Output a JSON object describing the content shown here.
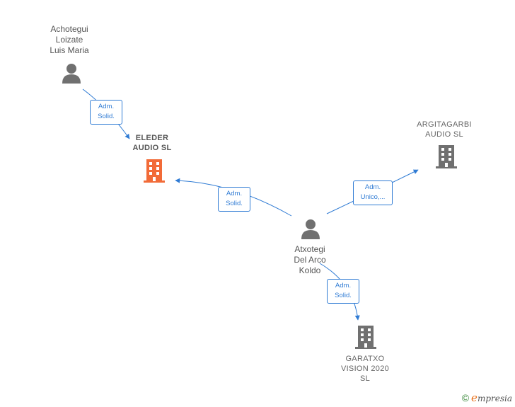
{
  "nodes": {
    "achotegui": {
      "lines": [
        "Achotegui",
        "Loizate",
        "Luis Maria"
      ]
    },
    "eleder": {
      "lines": [
        "ELEDER",
        "AUDIO  SL"
      ]
    },
    "argitagarbi": {
      "lines": [
        "ARGITAGARBI",
        "AUDIO  SL"
      ]
    },
    "atxotegi": {
      "lines": [
        "Atxotegi",
        "Del Arco",
        "Koldo"
      ]
    },
    "garatxo": {
      "lines": [
        "GARATXO",
        "VISION 2020",
        "SL"
      ]
    }
  },
  "edges": {
    "achotegui_eleder": {
      "lines": [
        "Adm.",
        "Solid."
      ]
    },
    "atxotegi_eleder": {
      "lines": [
        "Adm.",
        "Solid."
      ]
    },
    "atxotegi_argitagarbi": {
      "lines": [
        "Adm.",
        "Unico,..."
      ]
    },
    "atxotegi_garatxo": {
      "lines": [
        "Adm.",
        "Solid."
      ]
    }
  },
  "footer": {
    "copyright_symbol": "©",
    "brand_initial": "e",
    "brand_rest": "mpresia"
  },
  "colors": {
    "edge": "#2f7bd4",
    "person": "#707070",
    "company": "#707070",
    "company_highlight": "#f26b38"
  }
}
